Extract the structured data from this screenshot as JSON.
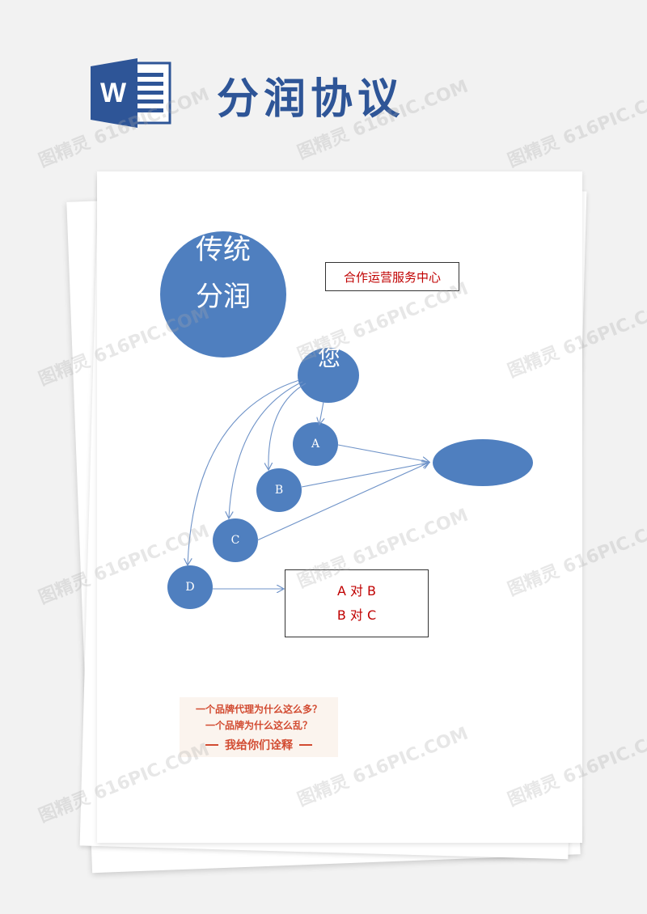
{
  "header": {
    "title": "分润协议",
    "icon_name": "word-document-icon"
  },
  "diagram": {
    "big_circle_line1": "传统",
    "big_circle_line2": "分润",
    "service_box": "合作运营服务中心",
    "you_node": "您",
    "node_a": "A",
    "node_b": "B",
    "node_c": "C",
    "node_d": "D",
    "relation_line1": "A 对 B",
    "relation_line2": "B 对 C"
  },
  "banner": {
    "line1": "一个品牌代理为什么这么多？",
    "line2": "一个品牌为什么这么乱？",
    "line3": "我给你们诠释"
  },
  "watermark": "图精灵 616PIC.COM",
  "colors": {
    "node_fill": "#4f7fbf",
    "title_blue": "#2e5597",
    "accent_red": "#c00000"
  }
}
